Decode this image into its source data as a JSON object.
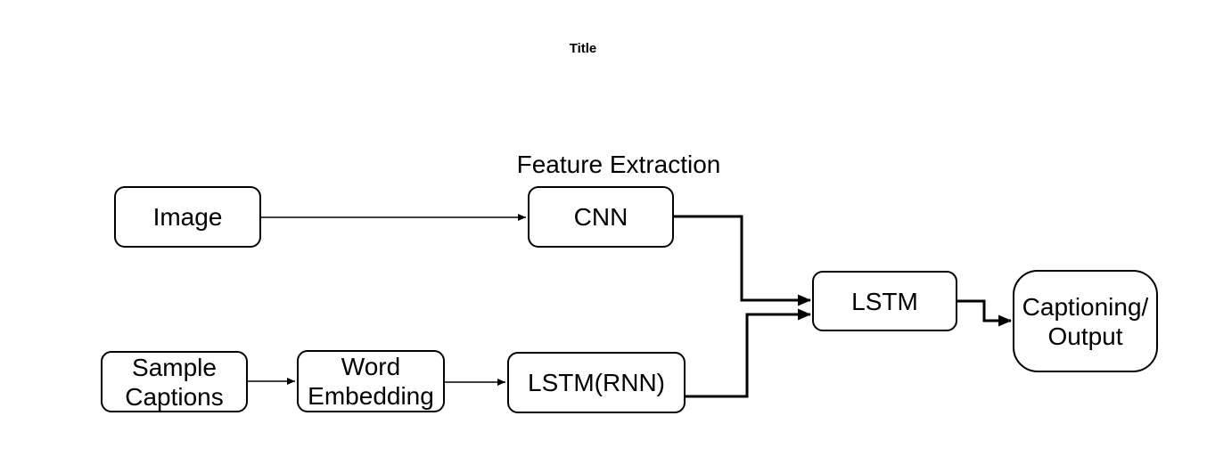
{
  "colors": {
    "background": "#ffffff",
    "stroke": "#000000",
    "text": "#000000"
  },
  "diagram": {
    "title": "Title",
    "annotation": "Feature Extraction",
    "nodes": {
      "image": {
        "label": "Image"
      },
      "cnn": {
        "label": "CNN"
      },
      "lstm": {
        "label": "LSTM"
      },
      "lstm_rnn": {
        "label": "LSTM(RNN)"
      },
      "sample_captions": {
        "line1": "Sample",
        "line2": "Captions"
      },
      "word_embedding": {
        "line1": "Word",
        "line2": "Embedding"
      },
      "captioning_output": {
        "line1": "Captioning/",
        "line2": "Output"
      }
    },
    "edges": [
      {
        "from": "image",
        "to": "cnn",
        "style": "thin"
      },
      {
        "from": "sample_captions",
        "to": "word_embedding",
        "style": "thin"
      },
      {
        "from": "word_embedding",
        "to": "lstm_rnn",
        "style": "thin"
      },
      {
        "from": "cnn",
        "to": "lstm",
        "style": "thick-elbow"
      },
      {
        "from": "lstm_rnn",
        "to": "lstm",
        "style": "thick-elbow"
      },
      {
        "from": "lstm",
        "to": "captioning_output",
        "style": "thick-elbow"
      }
    ]
  }
}
